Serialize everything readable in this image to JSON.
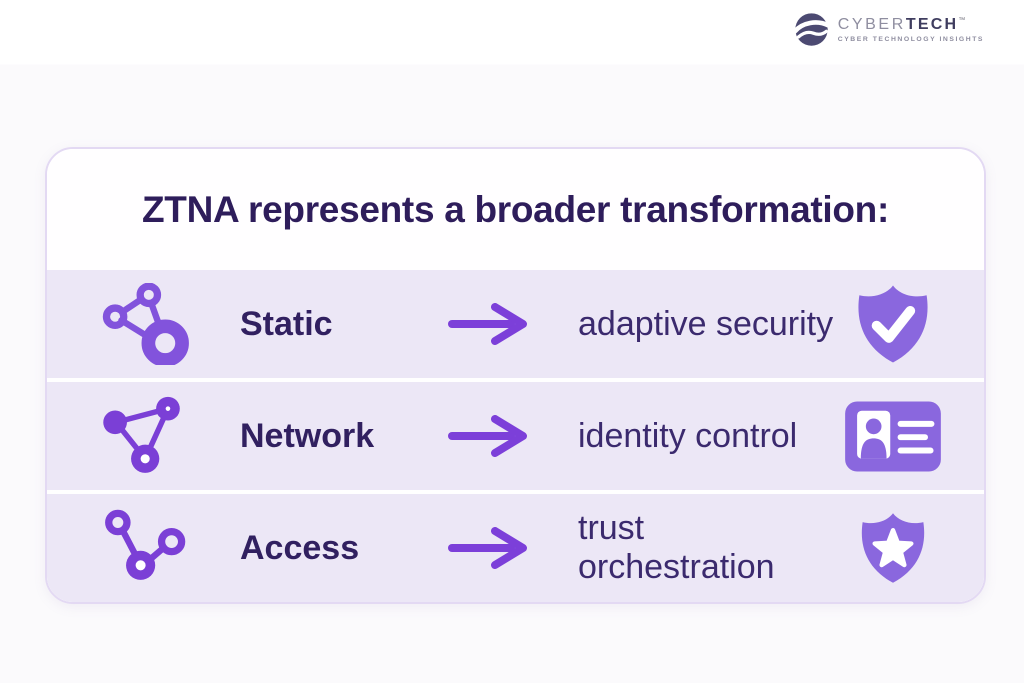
{
  "brand": {
    "logo_icon": "cybertech-swirl-logo-icon",
    "name_primary": "CYBER",
    "name_secondary": "TECH",
    "trademark": "™",
    "tagline": "CYBER TECHNOLOGY INSIGHTS"
  },
  "card": {
    "title": "ZTNA represents a broader transformation:",
    "rows": [
      {
        "from": "Static",
        "to": "adaptive security",
        "left_icon": "network-nodes-icon",
        "right_icon": "shield-check-icon"
      },
      {
        "from": "Network",
        "to": "identity control",
        "left_icon": "network-triangle-icon",
        "right_icon": "id-card-icon"
      },
      {
        "from": "Access",
        "to": "trust orchestration",
        "left_icon": "network-chain-icon",
        "right_icon": "shield-star-icon"
      }
    ]
  },
  "colors": {
    "accent_arrow_purple": "#7C3FD9",
    "node_icon_purple": "#7F4BD8",
    "badge_icon_purple": "#8A67DE",
    "title_text": "#2E1D5B",
    "row_label_text": "#312060",
    "row_value_text": "#3B2A6E",
    "row_background": "#ECE7F6",
    "card_background": "#FFFFFF",
    "card_border": "#E3D9F3",
    "logo_navy": "#45435F",
    "logo_gray": "#8F8EA0"
  }
}
